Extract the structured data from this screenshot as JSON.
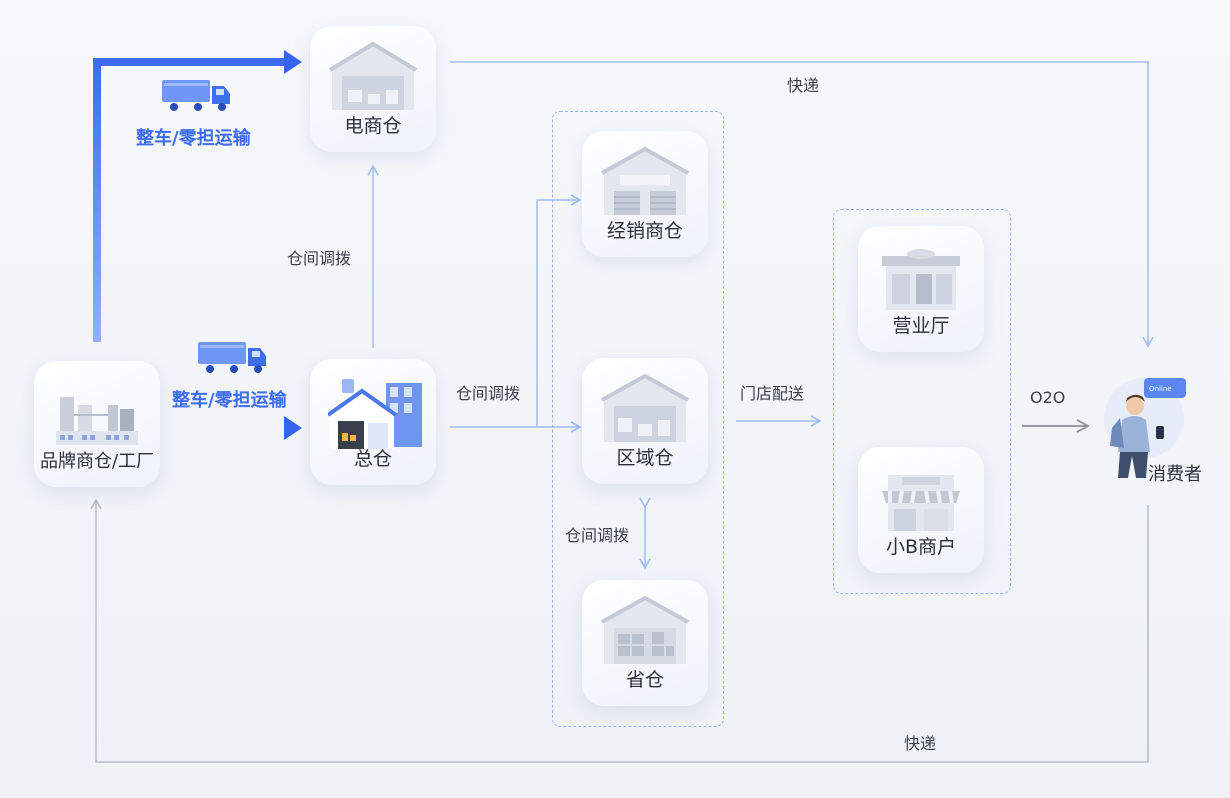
{
  "nodes": {
    "factory": "品牌商仓/工厂",
    "ecommerce": "电商仓",
    "central": "总仓",
    "dealer": "经销商仓",
    "regional": "区域仓",
    "provincial": "省仓",
    "hall": "营业厅",
    "smallb": "小B商户",
    "consumer": "消费者"
  },
  "edges": {
    "transport_top": "整车/零担运输",
    "transport_mid": "整车/零担运输",
    "transfer_up": "仓间调拨",
    "transfer_right": "仓间调拨",
    "transfer_vertical": "仓间调拨",
    "store_delivery": "门店配送",
    "o2o": "O2O",
    "express_top": "快递",
    "express_bottom": "快递"
  },
  "phone_badge": "Online",
  "colors": {
    "accent": "#3d6cf0",
    "line": "#9fbcf2",
    "gray_line": "#b7bcc6"
  }
}
